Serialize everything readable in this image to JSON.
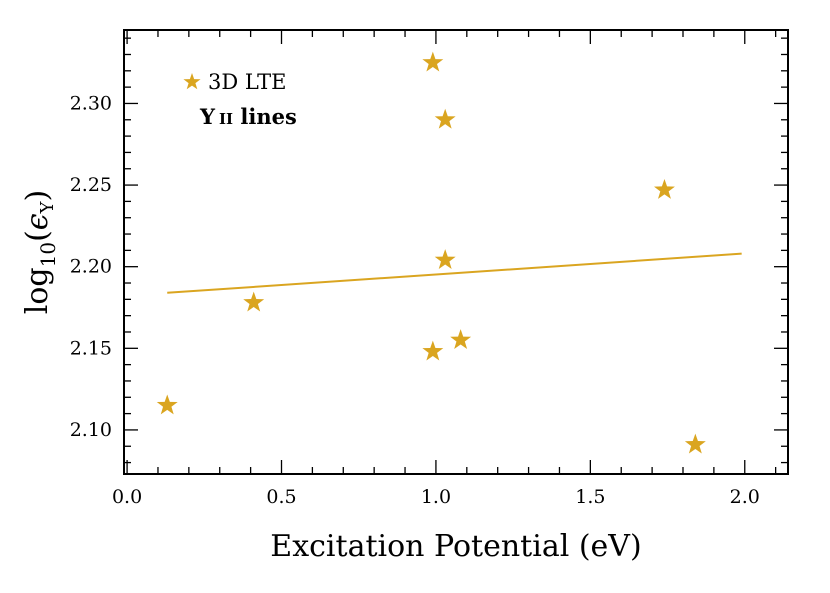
{
  "chart_data": {
    "type": "scatter",
    "xlabel": "Excitation Potential (eV)",
    "ylabel_main": "log",
    "ylabel_sub": "10",
    "ylabel_paren_open": "(",
    "ylabel_eps": "ϵ",
    "ylabel_eps_sub": "Y",
    "ylabel_paren_close": ")",
    "xlim": [
      -0.01,
      2.14
    ],
    "ylim": [
      2.073,
      2.345
    ],
    "x_ticks": [
      0.0,
      0.5,
      1.0,
      1.5,
      2.0
    ],
    "x_tick_labels": [
      "0.0",
      "0.5",
      "1.0",
      "1.5",
      "2.0"
    ],
    "y_ticks": [
      2.1,
      2.15,
      2.2,
      2.25,
      2.3
    ],
    "y_tick_labels": [
      "2.10",
      "2.15",
      "2.20",
      "2.25",
      "2.30"
    ],
    "legend_position": "upper-left",
    "color": "#DAA520",
    "series": [
      {
        "name": "3D LTE",
        "marker": "star",
        "points": [
          {
            "x": 0.13,
            "y": 2.115
          },
          {
            "x": 0.41,
            "y": 2.178
          },
          {
            "x": 0.99,
            "y": 2.325
          },
          {
            "x": 1.03,
            "y": 2.29
          },
          {
            "x": 1.03,
            "y": 2.204
          },
          {
            "x": 0.99,
            "y": 2.148
          },
          {
            "x": 1.08,
            "y": 2.155
          },
          {
            "x": 1.74,
            "y": 2.247
          },
          {
            "x": 1.84,
            "y": 2.091
          }
        ]
      }
    ],
    "fit_line": {
      "x": [
        0.13,
        1.99
      ],
      "y": [
        2.184,
        2.208
      ]
    },
    "annotation": {
      "main": "Y",
      "small_caps": "ii",
      "suffix": " lines"
    }
  }
}
